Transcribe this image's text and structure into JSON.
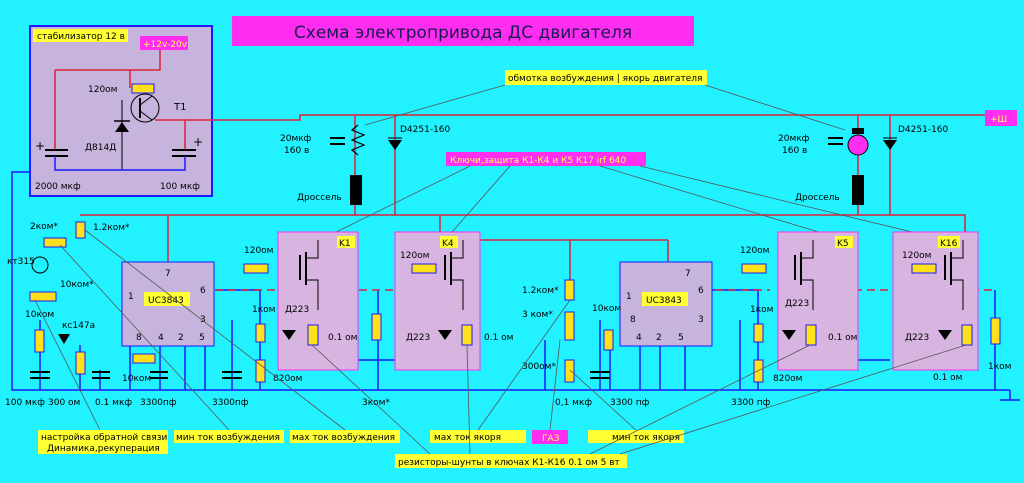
{
  "title": "Схема электропривода ДС двигателя",
  "colors": {
    "background": "#22f2ff",
    "wire_blue": "#1a1aff",
    "wire_red": "#e0203a",
    "resistor": "#ffe01a",
    "chip": "#c6b4dc",
    "key_box": "#d8b4e0",
    "magenta": "#ff2df0",
    "yellow_label": "#ffff33"
  },
  "stabilizer": {
    "title": "стабилизатор 12 в",
    "input": "+12v-20v",
    "resistor": "120ом",
    "transistor": "T1",
    "zener": "Д814Д",
    "cap_left": "2000 мкф",
    "cap_right": "100 мкф"
  },
  "labels": {
    "winding": "обмотка возбуждения | якорь двигателя",
    "keys": "Ключи,защита К1-К4 и К5 К17 irf 640",
    "plus": "+Ш",
    "cap1": "20мкф",
    "cap1b": "160 в",
    "cap2": "20мкф",
    "cap2b": "160 в",
    "diode1": "D4251-160",
    "diode2": "D4251-160",
    "choke1": "Дроссель",
    "choke2": "Дроссель",
    "chip1": "UC3843",
    "chip2": "UC3843",
    "k1": "K1",
    "k4": "K4",
    "k5": "K5",
    "k16": "K16",
    "r2k": "2ком*",
    "r12k": "1.2ком*",
    "r12k2": "1.2ком*",
    "kt315": "кт315",
    "r10k_a": "10ком*",
    "r10k_b": "10ком",
    "kc147": "кс147а",
    "r10k_c": "10ком",
    "r10k_d": "10ком",
    "r120_a": "120ом",
    "r120_b": "120ом",
    "r120_c": "120ом",
    "r120_d": "120ом",
    "r1k_a": "1ком",
    "r1k_b": "1ком",
    "r1k_c": "1ком",
    "r820_a": "820ом",
    "r820_b": "820ом",
    "d223_a": "Д223",
    "d223_b": "Д223",
    "d223_c": "Д223",
    "d223_d": "Д223",
    "sh1": "0.1 ом",
    "sh2": "0.1 ом",
    "sh3": "0.1 ом",
    "sh4": "0.1 ом",
    "r3k": "3 ком*",
    "r300": "300ом*",
    "r3kom": "3ком*",
    "pin1": "1",
    "pin2": "2",
    "pin3": "3",
    "pin4": "4",
    "pin5": "5",
    "pin6": "6",
    "pin7": "7",
    "pin8": "8",
    "pin1b": "1",
    "pin2b": "2",
    "pin3b": "3",
    "pin4b": "4",
    "pin5b": "5",
    "pin6b": "6",
    "pin7b": "7",
    "pin8b": "8",
    "b100mkf": "100 мкф",
    "b300om": "300 ом",
    "b01mkf": "0.1 мкф",
    "b3300a": "3300пф",
    "b3300b": "3300пф",
    "b01mkf2": "0,1 мкф",
    "b3300c": "3300 пф",
    "b3300d": "3300 пф",
    "tune": "настройка обратной связи",
    "tune2": "Динамика,рекуперация",
    "min_exc": "мин ток возбуждения",
    "max_exc": "мах ток возбуждения",
    "max_arm": "мах ток якоря",
    "min_arm": "мин ток якоря",
    "gas": "ГАЗ",
    "shunts": "резисторы-шунты в ключах К1-К16 0.1 ом 5 вт"
  }
}
